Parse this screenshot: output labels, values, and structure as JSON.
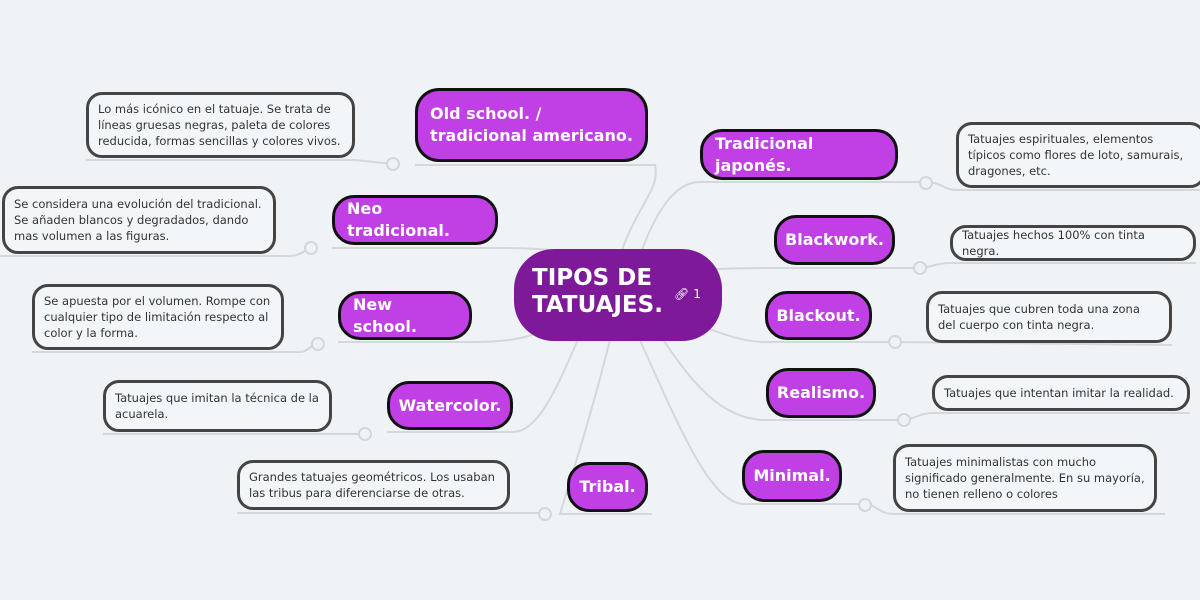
{
  "center": {
    "title": "TIPOS DE TATUAJES.",
    "link_count": "1"
  },
  "topics": [
    {
      "label": "Old school. / tradicional americano.",
      "note": "Lo más icónico en el tatuaje. Se trata de líneas gruesas negras, paleta de colores reducida, formas sencillas y colores vivos."
    },
    {
      "label": "Neo tradicional.",
      "note": "Se considera una evolución del tradicional. Se añaden blancos y degradados, dando mas volumen a las figuras."
    },
    {
      "label": "New school.",
      "note": "Se apuesta por el volumen. Rompe con cualquier tipo de limitación respecto al color y la forma."
    },
    {
      "label": "Watercolor.",
      "note": "Tatuajes que imitan la técnica de la acuarela."
    },
    {
      "label": "Tribal.",
      "note": "Grandes tatuajes geométricos. Los usaban las tribus para diferenciarse de otras."
    },
    {
      "label": "Tradicional japonés.",
      "note": "Tatuajes espirituales, elementos típicos como flores de loto, samurais, dragones, etc."
    },
    {
      "label": "Blackwork.",
      "note": "Tatuajes hechos 100% con tinta negra."
    },
    {
      "label": "Blackout.",
      "note": "Tatuajes que cubren toda una zona del cuerpo con tinta negra."
    },
    {
      "label": "Realismo.",
      "note": "Tatuajes que intentan imitar la realidad."
    },
    {
      "label": "Minimal.",
      "note": "Tatuajes minimalistas con mucho significado generalmente. En su mayoría, no tienen relleno o colores"
    }
  ],
  "colors": {
    "center": "#7e1a9a",
    "topic": "#c040e6",
    "background": "#eff3f6"
  }
}
